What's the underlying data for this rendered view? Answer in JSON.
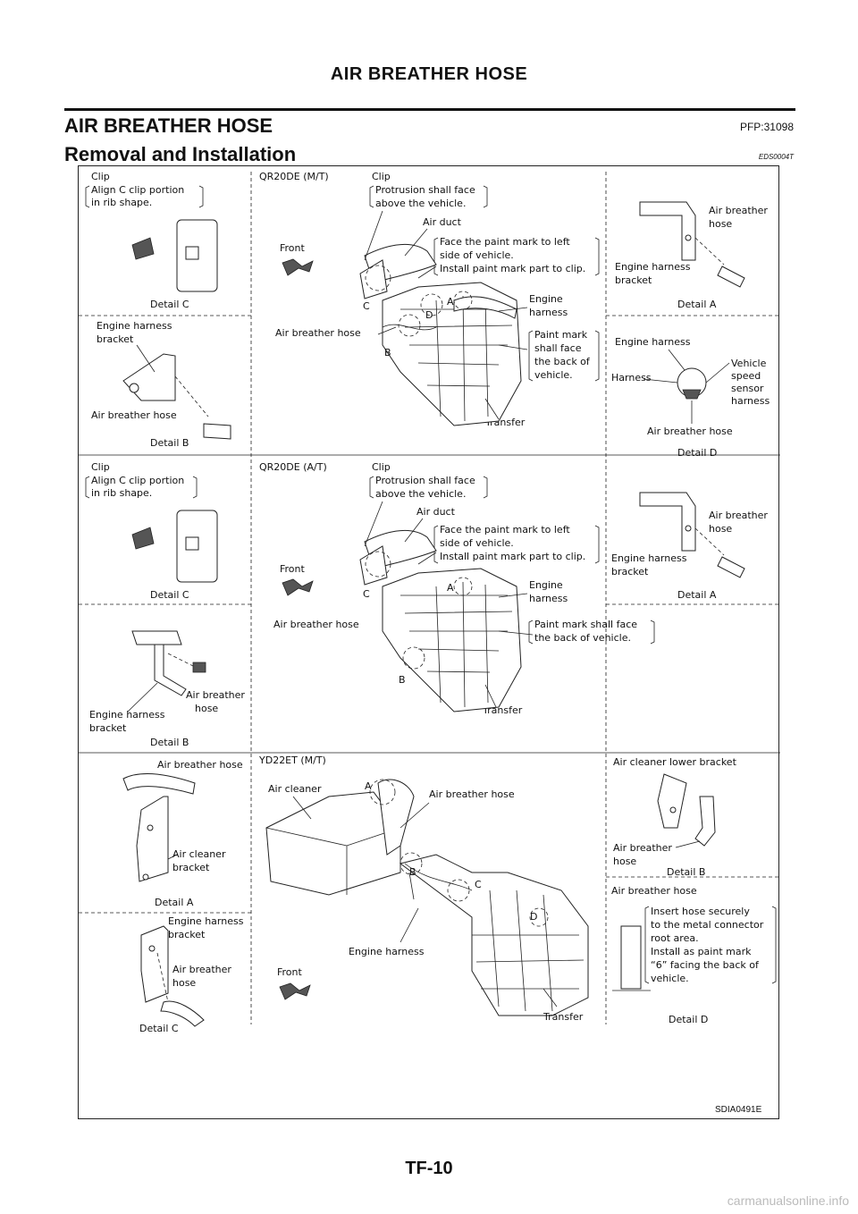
{
  "header": {
    "title": "AIR BREATHER HOSE"
  },
  "section": {
    "title": "AIR BREATHER HOSE",
    "code": "PFP:31098"
  },
  "subsection": {
    "title": "Removal and Installation",
    "code": "EDS0004T"
  },
  "figure": {
    "code": "SDIA0491E",
    "qr_mt": {
      "title": "QR20DE (M/T)",
      "clip": "Clip",
      "protrusion": [
        "Protrusion shall face",
        "above the vehicle."
      ],
      "air_duct": "Air duct",
      "front": "Front",
      "face_paint": [
        "Face the paint mark to left",
        "side of vehicle.",
        "Install paint mark part to clip."
      ],
      "engine_harness": [
        "Engine",
        "harness"
      ],
      "air_breather_hose": "Air breather hose",
      "paint_mark": [
        "Paint mark",
        "shall face",
        "the back of",
        "vehicle."
      ],
      "transfer": "Transfer",
      "letters": [
        "A",
        "B",
        "C",
        "D"
      ]
    },
    "qr_mt_detail_c": {
      "clip": "Clip",
      "note": [
        "Align C clip portion",
        "in rib shape."
      ],
      "caption": "Detail C"
    },
    "qr_mt_detail_b": {
      "harness_bracket": [
        "Engine harness",
        "bracket"
      ],
      "hose": "Air breather hose",
      "caption": "Detail B"
    },
    "qr_mt_detail_a": {
      "hose": [
        "Air breather",
        "hose"
      ],
      "harness_bracket": [
        "Engine harness",
        "bracket"
      ],
      "caption": "Detail A"
    },
    "qr_mt_detail_d": {
      "engine_harness": "Engine harness",
      "harness": "Harness",
      "vss": [
        "Vehicle",
        "speed",
        "sensor",
        "harness"
      ],
      "hose": "Air breather hose",
      "caption": "Detail D"
    },
    "qr_at": {
      "title": "QR20DE (A/T)",
      "clip": "Clip",
      "protrusion": [
        "Protrusion shall face",
        "above the vehicle."
      ],
      "air_duct": "Air duct",
      "front": "Front",
      "face_paint": [
        "Face the paint mark to left",
        "side of vehicle.",
        "Install paint mark part to clip."
      ],
      "engine_harness": [
        "Engine",
        "harness"
      ],
      "air_breather_hose": "Air breather hose",
      "paint_mark": [
        "Paint mark shall face",
        "the back of vehicle."
      ],
      "transfer": "Transfer",
      "letters": [
        "A",
        "B",
        "C"
      ]
    },
    "qr_at_detail_c": {
      "clip": "Clip",
      "note": [
        "Align C clip portion",
        "in rib shape."
      ],
      "caption": "Detail C"
    },
    "qr_at_detail_b": {
      "hose": [
        "Air breather",
        "hose"
      ],
      "harness_bracket": [
        "Engine harness",
        "bracket"
      ],
      "caption": "Detail B"
    },
    "qr_at_detail_a": {
      "hose": [
        "Air breather",
        "hose"
      ],
      "harness_bracket": [
        "Engine  harness",
        "bracket"
      ],
      "caption": "Detail A"
    },
    "yd": {
      "title": "YD22ET (M/T)",
      "air_cleaner": "Air cleaner",
      "air_breather_hose": "Air breather hose",
      "engine_harness": "Engine harness",
      "front": "Front",
      "transfer": "Transfer",
      "letters": [
        "A",
        "B",
        "C",
        "D"
      ]
    },
    "yd_detail_a": {
      "hose": "Air breather hose",
      "bracket": [
        "Air cleaner",
        "bracket"
      ],
      "caption": "Detail A"
    },
    "yd_detail_c": {
      "harness_bracket": [
        "Engine harness",
        "bracket"
      ],
      "hose": [
        "Air breather",
        "hose"
      ],
      "caption": "Detail C"
    },
    "yd_detail_b": {
      "lower_bracket": "Air cleaner lower bracket",
      "hose": [
        "Air breather",
        "hose"
      ],
      "caption": "Detail B"
    },
    "yd_detail_d": {
      "hose": "Air breather hose",
      "note": [
        "Insert hose securely",
        "to the metal connector",
        "root area.",
        "Install as paint mark",
        "“6” facing the back of",
        "vehicle."
      ],
      "caption": "Detail D"
    }
  },
  "footer": {
    "page": "TF-10"
  },
  "watermark": "carmanualsonline.info"
}
